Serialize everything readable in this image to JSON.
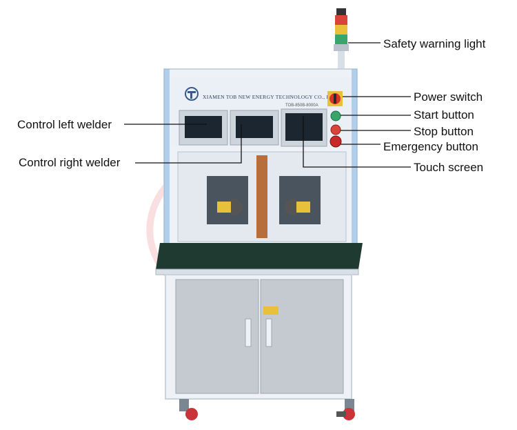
{
  "machine": {
    "brand_text": "XIAMEN TOB NEW ENERGY TECHNOLOGY CO., LTD",
    "model_plate": "TOB-850B-8000A",
    "colors": {
      "frame": "#eef2f6",
      "frame_edge": "#c9d3de",
      "frame_blue": "#7fb3e6",
      "panel": "#dfe4ea",
      "cabinet": "#c5cad1",
      "table_top": "#1f3b31",
      "screen": "#1c2630",
      "power_switch": "#d8332a",
      "start_button": "#3aa56a",
      "stop_button": "#d8443a",
      "emergency_button": "#c8282a",
      "caster": "#c9343a"
    }
  },
  "labels": {
    "safety_warning_light": "Safety warning light",
    "power_switch": "Power switch",
    "start_button": "Start button",
    "stop_button": "Stop button",
    "emergency_button": "Emergency button",
    "touch_screen": "Touch screen",
    "control_left_welder": "Control left welder",
    "control_right_welder": "Control right welder"
  }
}
